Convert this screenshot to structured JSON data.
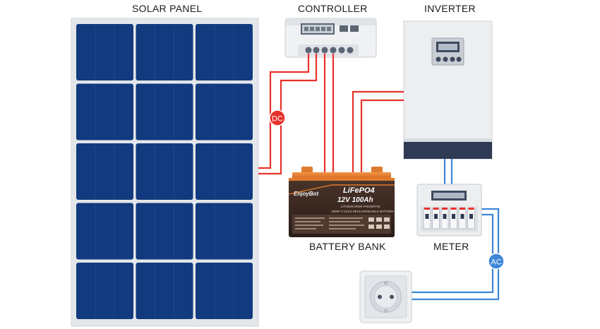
{
  "labels": {
    "solar_panel": "SOLAR PANEL",
    "controller": "CONTROLLER",
    "inverter": "INVERTER",
    "battery_bank": "BATTERY BANK",
    "meter": "METER"
  },
  "badges": {
    "dc": "DC",
    "ac": "AC"
  },
  "battery": {
    "brand": "EnjoyBot",
    "chemistry": "LiFePO4",
    "rating": "12V 100Ah",
    "line1": "LITHIUM IRON PHOSPATE",
    "line2": "DEEP CYCLE RECHARGEABLE BATTERY"
  },
  "colors": {
    "panel_cell": "#123a7e",
    "dc_wire": "#e8312a",
    "ac_wire": "#3d86d8",
    "battery_body": "#3b2a22",
    "battery_top": "#e07a2e",
    "device_body": "#eceef0"
  }
}
